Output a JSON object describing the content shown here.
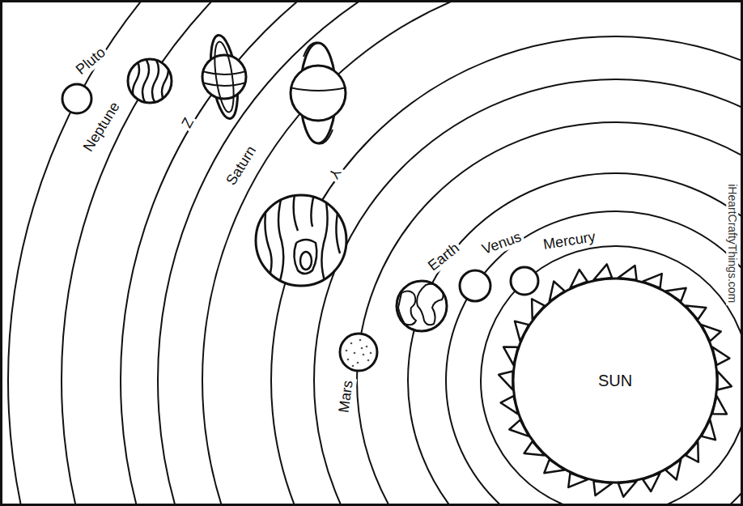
{
  "diagram": {
    "nodes": [
      {
        "text": [
          "SUN"
        ]
      }
    ],
    "labels": [
      "Pluto",
      "Neptune",
      "Z",
      "Saturn",
      "Y",
      "Earth",
      "Venus",
      "Mercury",
      "Mars",
      "iHeartCraftyThings.com"
    ]
  }
}
